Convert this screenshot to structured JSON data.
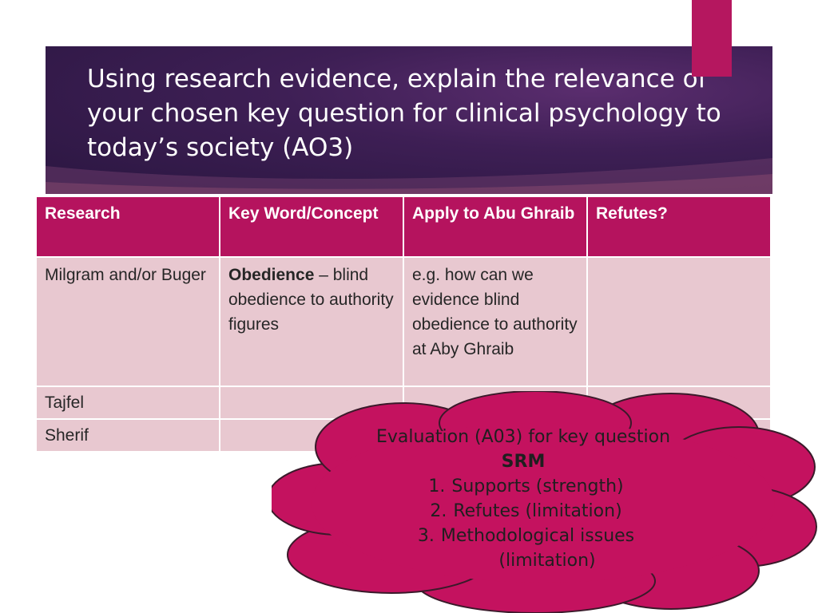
{
  "slide": {
    "title": "Using research evidence, explain the relevance of your chosen key question for clinical psychology to today’s society (AO3)",
    "colors": {
      "banner_dark": "#2a1640",
      "banner_mid": "#5a2d6e",
      "accent_magenta": "#b5175f",
      "table_header": "#b5135e",
      "table_cell": "#e8c8d0",
      "cloud_fill": "#c4125f"
    }
  },
  "table": {
    "headers": [
      "Research",
      "Key Word/Concept",
      "Apply to Abu Ghraib",
      "Refutes?"
    ],
    "rows": [
      {
        "research": "Milgram and/or Buger",
        "key_bold": "Obedience",
        "key_rest": " – blind obedience to authority figures",
        "apply": "e.g. how can we evidence blind obedience to authority at Aby Ghraib",
        "refutes": ""
      },
      {
        "research": "Tajfel",
        "key_bold": "",
        "key_rest": "",
        "apply": "",
        "refutes": ""
      },
      {
        "research": "Sherif",
        "key_bold": "",
        "key_rest": "",
        "apply": "",
        "refutes": ""
      }
    ]
  },
  "cloud": {
    "heading": "Evaluation (A03)  for key question",
    "subheading": "SRM",
    "items": [
      {
        "num": "1.",
        "text": "Supports (strength)",
        "cont": ""
      },
      {
        "num": "2.",
        "text": "Refutes (limitation)",
        "cont": ""
      },
      {
        "num": "3.",
        "text": "Methodological issues",
        "cont": "(limitation)"
      }
    ]
  }
}
